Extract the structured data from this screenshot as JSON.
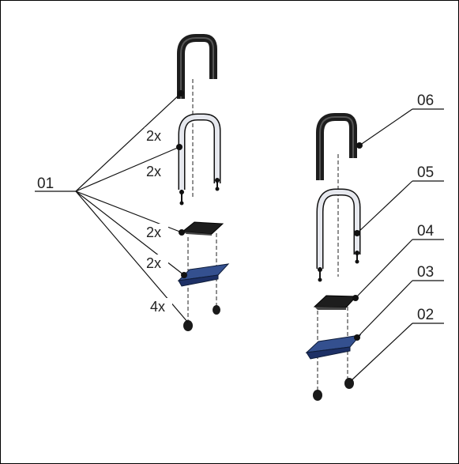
{
  "callouts": {
    "c01": "01",
    "c02": "02",
    "c03": "03",
    "c04": "04",
    "c05": "05",
    "c06": "06"
  },
  "quantities": {
    "q1": "2x",
    "q2": "2x",
    "q3": "2x",
    "q4": "2x",
    "q5": "4x"
  },
  "colors": {
    "outline": "#000000",
    "part_dark": "#222222",
    "part_tube": "#e6e8ee",
    "part_blue": "#34508f"
  }
}
